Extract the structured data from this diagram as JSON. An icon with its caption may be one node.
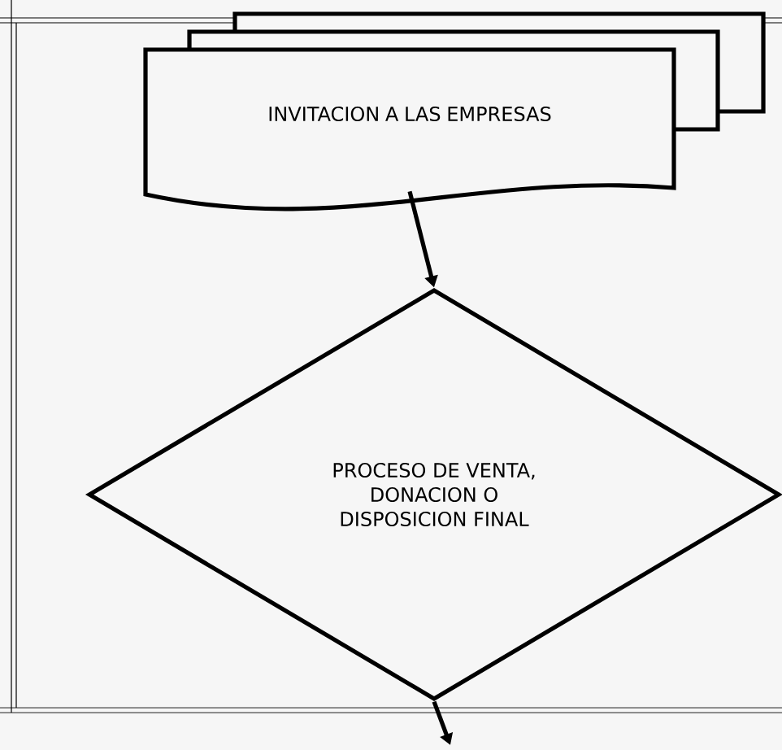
{
  "diagram": {
    "nodes": [
      {
        "text": [
          "INVITACION A LAS EMPRESAS"
        ]
      },
      {
        "text": [
          "PROCESO DE VENTA, DONACION O DISPOSICION FINAL"
        ]
      }
    ],
    "edges": [
      {
        "from": 0,
        "to": 1,
        "arrow": "to"
      },
      {
        "from": 1,
        "to": null,
        "arrow": "to"
      }
    ]
  }
}
